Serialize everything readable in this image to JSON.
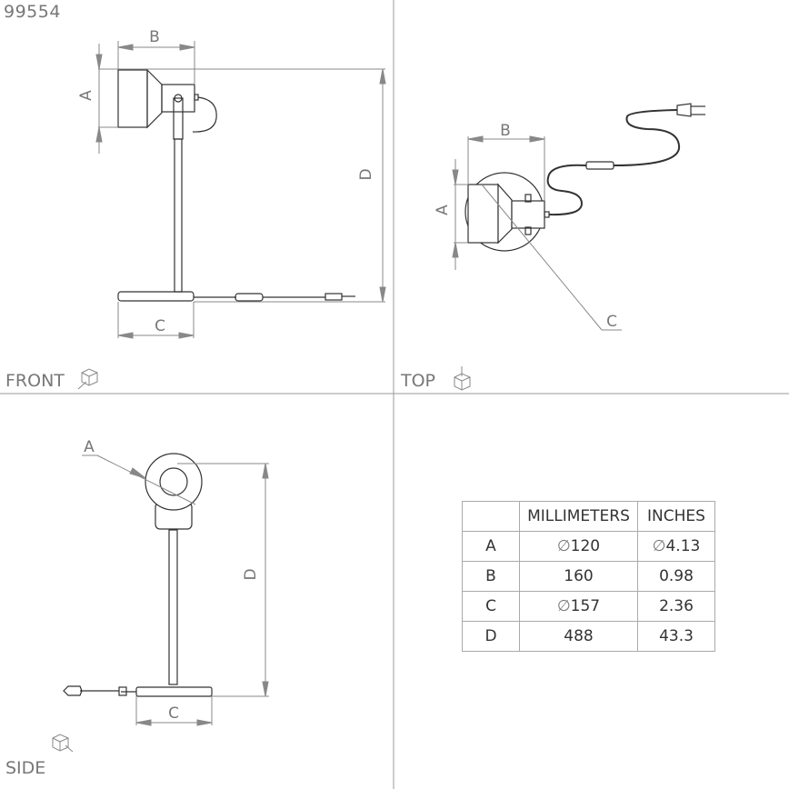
{
  "drawing": {
    "product_id": "99554",
    "views": [
      {
        "label": "FRONT",
        "icon": "front-view-cube-icon"
      },
      {
        "label": "TOP",
        "icon": "top-view-cube-icon"
      },
      {
        "label": "SIDE",
        "icon": "side-view-cube-icon"
      }
    ],
    "dimension_labels": {
      "a": "A",
      "b": "B",
      "c": "C",
      "d": "D"
    }
  },
  "table": {
    "headers": [
      "",
      "MILLIMETERS",
      "INCHES"
    ],
    "rows": [
      {
        "key": "A",
        "mm": "120",
        "mm_prefix": "∅",
        "in": "4.13",
        "in_prefix": "∅"
      },
      {
        "key": "B",
        "mm": "160",
        "mm_prefix": "",
        "in": "0.98",
        "in_prefix": ""
      },
      {
        "key": "C",
        "mm": "157",
        "mm_prefix": "∅",
        "in": "2.36",
        "in_prefix": ""
      },
      {
        "key": "D",
        "mm": "488",
        "mm_prefix": "",
        "in": "43.3",
        "in_prefix": ""
      }
    ]
  }
}
